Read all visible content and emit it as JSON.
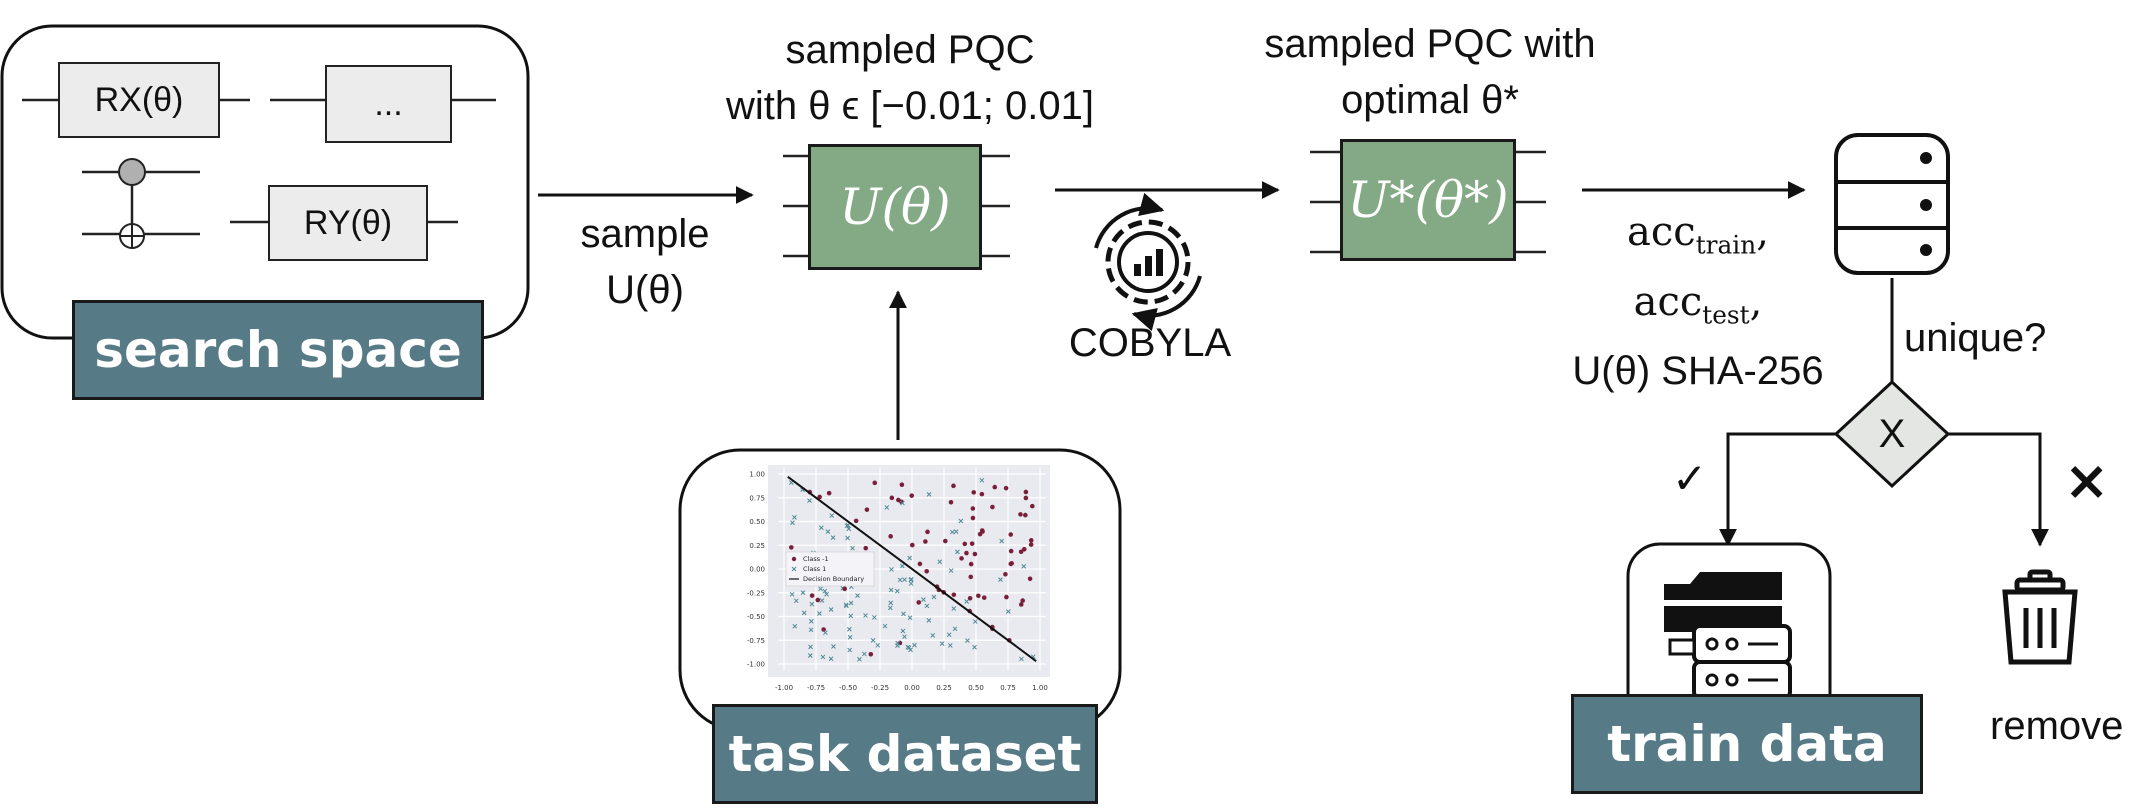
{
  "search_space": {
    "label": "search space",
    "gate_rx": "RX(θ)",
    "gate_dots": "...",
    "gate_ry": "RY(θ)"
  },
  "sample": {
    "label_line1": "sample",
    "label_line2": "U(θ)"
  },
  "sampled_pqc": {
    "title_line1": "sampled PQC",
    "title_line2": "with θ ϵ [−0.01; 0.01]",
    "gate": "U(θ)"
  },
  "optimizer": {
    "label": "COBYLA"
  },
  "optimal_pqc": {
    "title_line1": "sampled PQC with",
    "title_line2": "optimal θ*",
    "gate": "U*(θ*)"
  },
  "metrics": {
    "acc": "acc",
    "train_sub": "train",
    "test_sub": "test",
    "hash": "U(θ) SHA-256"
  },
  "decision": {
    "question": "unique?",
    "symbol": "X",
    "yes_mark": "✓",
    "no_mark": "×"
  },
  "train_data": {
    "label": "train data"
  },
  "remove": {
    "label": "remove"
  },
  "task_dataset": {
    "label": "task dataset",
    "legend": [
      "Class -1",
      "Class 1",
      "Decision Boundary"
    ],
    "x_ticks": [
      "-1.00",
      "-0.75",
      "-0.50",
      "-0.25",
      "0.00",
      "0.25",
      "0.50",
      "0.75",
      "1.00"
    ],
    "y_ticks": [
      "1.00",
      "0.75",
      "0.50",
      "0.25",
      "0.00",
      "-0.25",
      "-0.50",
      "-0.75",
      "-1.00"
    ],
    "xlim": [
      -1,
      1
    ],
    "ylim": [
      -1,
      1
    ],
    "colors": {
      "class_neg": "#7a1f3a",
      "class_pos": "#4f8a95",
      "boundary": "#111111",
      "panel": "#e9e9f0"
    }
  }
}
